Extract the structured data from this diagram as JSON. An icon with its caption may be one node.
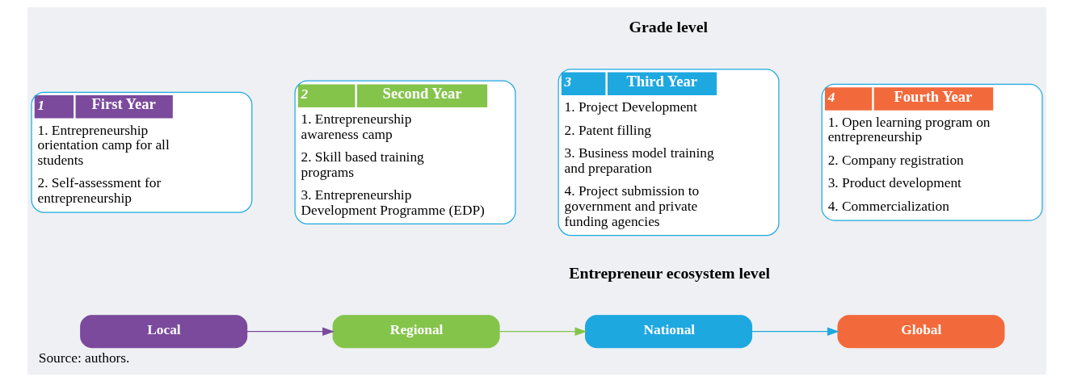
{
  "diagram": {
    "caption": "Source: authors.",
    "nodes": [
      {
        "text": [
          "1",
          "First Year",
          "1. Entrepreneurship orientation camp for all students",
          "2. Self-assessment for entrepreneurship"
        ]
      },
      {
        "text": [
          "2",
          "Second Year",
          "1. Entrepreneurship awareness camp",
          "2. Skill based training programs",
          "3. Entrepreneurship Development Programme (EDP)"
        ]
      },
      {
        "text": [
          "3",
          "Third Year",
          "1. Project Development",
          "2. Patent filling",
          "3. Business model training and preparation",
          "4. Project submission to government and private funding agencies"
        ]
      },
      {
        "text": [
          "4",
          "Fourth Year",
          "1. Open learning program on entrepreneurship",
          "2. Company registration",
          "3. Product development",
          "4. Commercialization"
        ]
      },
      {
        "text": [
          "Local"
        ]
      },
      {
        "text": [
          "Regional"
        ]
      },
      {
        "text": [
          "National"
        ]
      },
      {
        "text": [
          "Global"
        ]
      }
    ],
    "edges": [
      {
        "from": 4,
        "to": 5,
        "arrow": "to",
        "color": "#7b4a9c"
      },
      {
        "from": 5,
        "to": 6,
        "arrow": "to",
        "color": "#84c44a"
      },
      {
        "from": 6,
        "to": 7,
        "arrow": "to",
        "color": "#1ea8e0"
      }
    ],
    "labels": [
      "Grade level",
      "Entrepreneur ecosystem level"
    ]
  }
}
